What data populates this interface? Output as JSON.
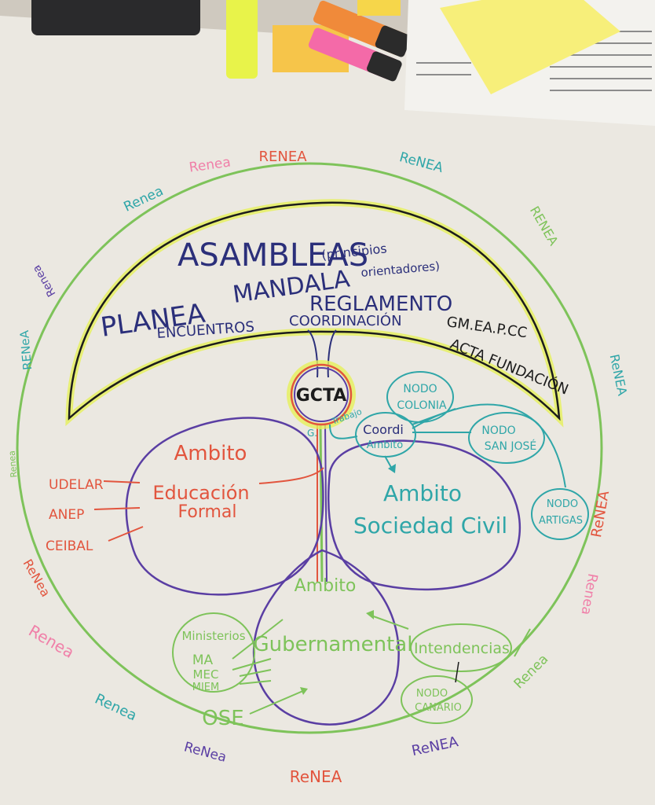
{
  "colors": {
    "paper": "#ece9e2",
    "green": "#7ec35a",
    "purple": "#5a3ea3",
    "navy": "#2b2f7a",
    "red": "#e2553e",
    "teal": "#2fa6a8",
    "pink": "#f07fa8",
    "yellow": "#e6f05a",
    "black": "#1c1c1c"
  },
  "umbrella": {
    "title": "ASAMBLEAS",
    "mandala": "MANDALA",
    "principios_1": "(principios",
    "principios_2": "orientadores)",
    "planea": "PLANEA",
    "encuentros": "ENCUENTROS",
    "reglamento": "REGLAMENTO",
    "coordinacion": "COORDINACIÓN",
    "gm": "GM.EA.P.CC",
    "acta": "ACTA FUNDACIÓN"
  },
  "center": {
    "gcta": "GCTA",
    "g_trabajo_1": "G.",
    "g_trabajo_2": "Trabajo"
  },
  "educacion": {
    "title_1": "Ambito",
    "title_2": "Educación",
    "title_3": "Formal",
    "items": [
      "UDELAR",
      "ANEP",
      "CEIBAL"
    ]
  },
  "sociedad": {
    "title_1": "Ambito",
    "title_2": "Sociedad Civil",
    "coordi_1": "Coordi",
    "coordi_2": "Ambito",
    "nodo_colonia_1": "NODO",
    "nodo_colonia_2": "COLONIA",
    "nodo_sanjose_1": "NODO",
    "nodo_sanjose_2": "SAN JOSÉ",
    "nodo_artigas_1": "NODO",
    "nodo_artigas_2": "ARTIGAS"
  },
  "gubernamental": {
    "title_1": "Ambito",
    "title_2": "Gubernamental",
    "ministerios": "Ministerios",
    "ma": "MA",
    "mec": "MEC",
    "miem": "MIEM",
    "ose": "OSE",
    "intendencias": "Intendencias",
    "nodo_canario_1": "NODO",
    "nodo_canario_2": "CANARIO"
  },
  "renea_ring": [
    {
      "text": "RENEA",
      "color": "red"
    },
    {
      "text": "Renea",
      "color": "pink"
    },
    {
      "text": "Renea",
      "color": "teal"
    },
    {
      "text": "ReNEA",
      "color": "teal"
    },
    {
      "text": "RENEA",
      "color": "green"
    },
    {
      "text": "ReNEA",
      "color": "teal"
    },
    {
      "text": "Renea",
      "color": "purple"
    },
    {
      "text": "RENeA",
      "color": "teal"
    },
    {
      "text": "Renea",
      "color": "green"
    },
    {
      "text": "ReNea",
      "color": "red"
    },
    {
      "text": "Renea",
      "color": "pink"
    },
    {
      "text": "Renea",
      "color": "teal"
    },
    {
      "text": "ReNea",
      "color": "purple"
    },
    {
      "text": "ReNEA",
      "color": "red"
    },
    {
      "text": "ReNEA",
      "color": "purple"
    },
    {
      "text": "Renea",
      "color": "green"
    },
    {
      "text": "Renea",
      "color": "pink"
    },
    {
      "text": "ReNEA",
      "color": "red"
    }
  ]
}
